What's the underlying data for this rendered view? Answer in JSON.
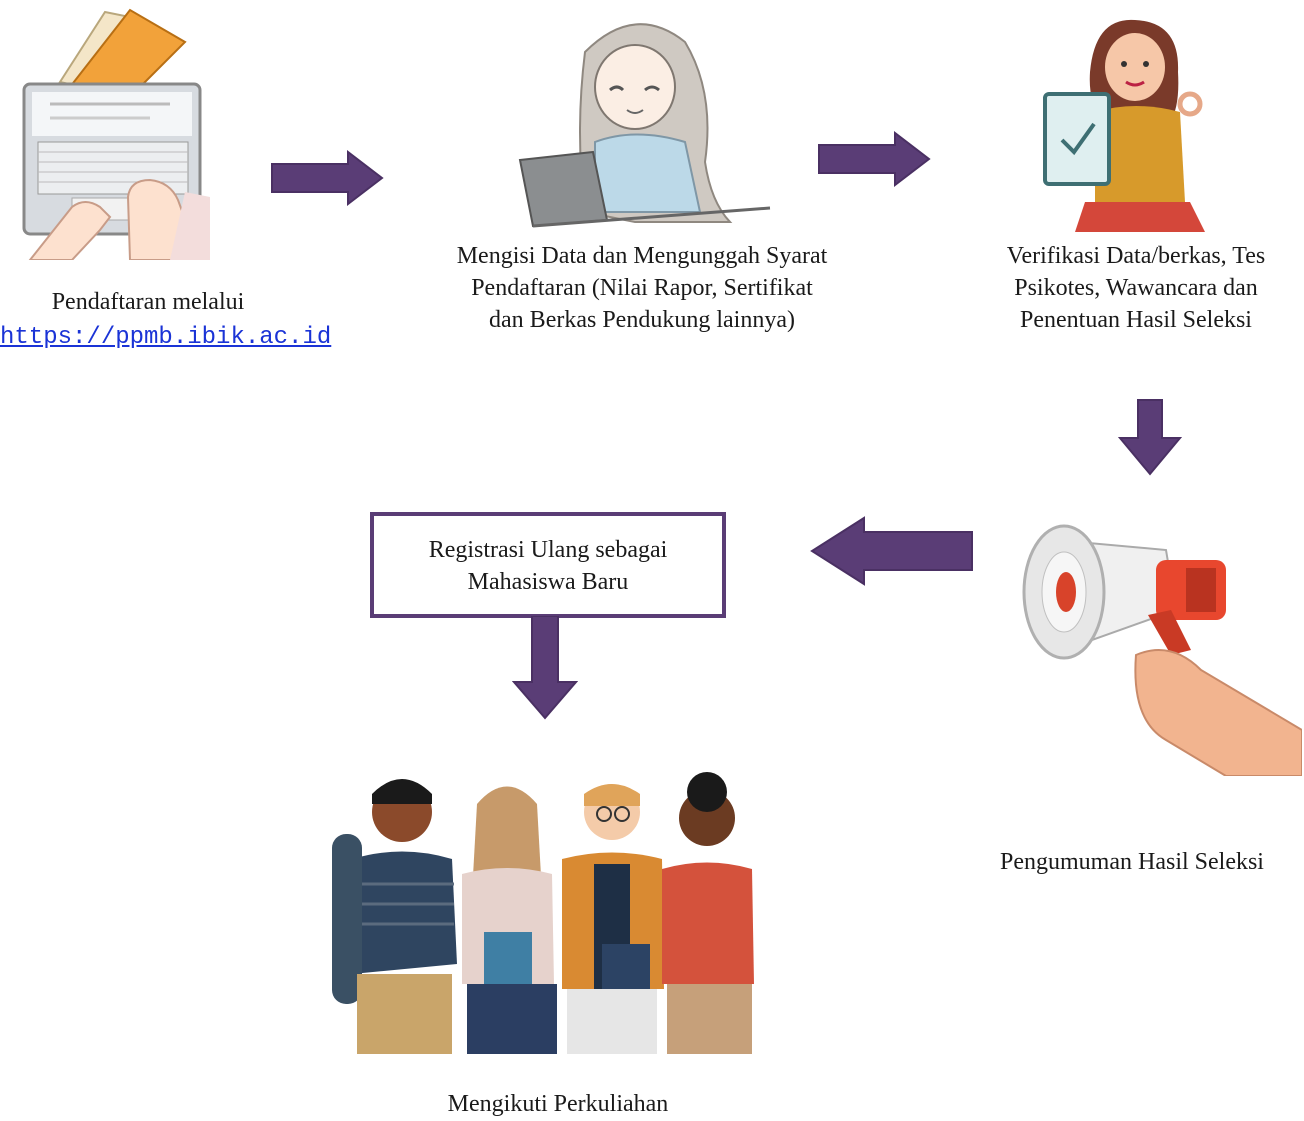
{
  "steps": {
    "register": {
      "caption": "Pendaftaran melalui",
      "link": "https://ppmb.ibik.ac.id"
    },
    "upload": {
      "caption_lines": [
        "Mengisi Data dan Mengunggah Syarat",
        "Pendaftaran (Nilai Rapor, Sertifikat",
        "dan Berkas Pendukung lainnya)"
      ]
    },
    "verify": {
      "caption_lines": [
        "Verifikasi Data/berkas, Tes",
        "Psikotes, Wawancara dan",
        "Penentuan Hasil Seleksi"
      ]
    },
    "announce": {
      "caption": "Pengumuman Hasil Seleksi"
    },
    "reregister": {
      "caption_lines": [
        "Registrasi Ulang sebagai",
        "Mahasiswa Baru"
      ]
    },
    "lecture": {
      "caption": "Mengikuti Perkuliahan"
    }
  },
  "colors": {
    "arrow": "#5a3d76",
    "link": "#1a33d6",
    "box_border": "#5a3d76"
  },
  "icons": [
    "laptop-typing-illustration",
    "girl-laptop-illustration",
    "woman-checklist-illustration",
    "megaphone-illustration",
    "students-group-illustration"
  ]
}
